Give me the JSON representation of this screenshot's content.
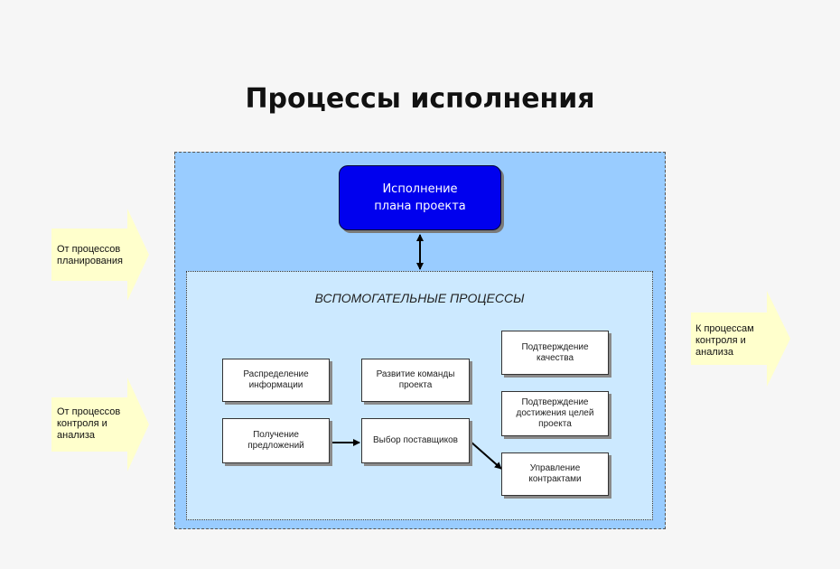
{
  "diagram": {
    "title": "Процессы исполнения",
    "main_process": "Исполнение\nплана проекта",
    "support_group_title": "ВСПОМОГАТЕЛЬНЫЕ ПРОЦЕССЫ",
    "processes": {
      "info_distribution": "Распределение\nинформации",
      "team_development": "Развитие команды\nпроекта",
      "quality_assurance": "Подтверждение\nкачества",
      "proposal_solicitation": "Получение\nпредложений",
      "source_selection": "Выбор поставщиков",
      "goal_confirmation": "Подтверждение\nдостижения целей\nпроекта",
      "contract_administration": "Управление\nконтрактами"
    },
    "inputs": {
      "from_planning": "От процессов\nпланирования",
      "from_control": "От процессов\nконтроля и\nанализа"
    },
    "outputs": {
      "to_control": "К процессам\nконтроля и\nанализа"
    }
  }
}
